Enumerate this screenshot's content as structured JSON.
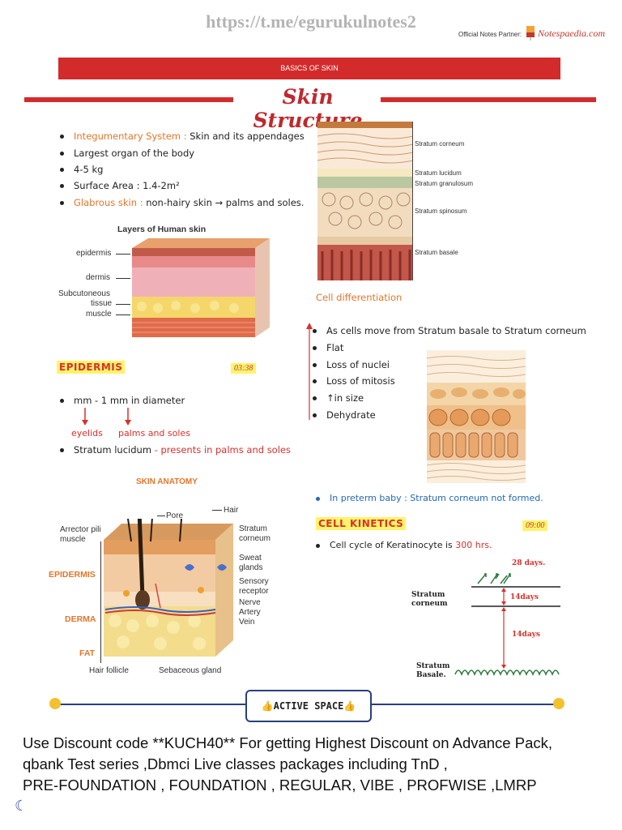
{
  "header": {
    "url": "https://t.me/egurukulnotes2",
    "partner_label": "Official Notes Partner:",
    "partner_logo": "Notespaedia.com",
    "banner": "BASICS OF SKIN",
    "title": "Skin Structure"
  },
  "intro_bullets": [
    {
      "key": "Integumentary System :",
      "text": " Skin and its appendages"
    },
    {
      "key": "",
      "text": "Largest organ of the body"
    },
    {
      "key": "",
      "text": "4-5 kg"
    },
    {
      "key": "",
      "text": "Surface Area : 1.4-2m²"
    },
    {
      "key": "Glabrous skin :",
      "text": " non-hairy skin → palms and soles."
    }
  ],
  "layers_figure": {
    "title": "Layers of Human skin",
    "labels": [
      "epidermis",
      "dermis",
      "Subcutoneous",
      "tissue",
      "muscle"
    ]
  },
  "epidermis": {
    "heading": "EPIDERMIS",
    "time": "03:38",
    "bullet1": "mm - 1 mm in diameter",
    "sub_left": "eyelids",
    "sub_right": "palms and soles",
    "bullet2_key": "Stratum lucidum",
    "bullet2_text": " - presents in palms and soles"
  },
  "anatomy_figure": {
    "title": "SKIN ANATOMY",
    "left_labels": [
      "Arrector pili",
      "muscle"
    ],
    "zones": [
      "EPIDERMIS",
      "DERMA",
      "FAT"
    ],
    "top_labels": [
      "Pore",
      "Hair"
    ],
    "right_labels": [
      "Stratum",
      "corneum",
      "Sweat",
      "glands",
      "Sensory",
      "receptor",
      "Nerve",
      "Artery",
      "Vein"
    ],
    "bottom_labels": [
      "Hair follicle",
      "Sebaceous gland"
    ]
  },
  "strata_figure": {
    "labels": [
      "Stratum corneum",
      "Stratum lucidum",
      "Stratum granulosum",
      "Stratum spinosum",
      "Stratum basale"
    ]
  },
  "cell_diff": {
    "heading": "Cell differentiation",
    "items": [
      "As cells move from Stratum basale to Stratum corneum",
      "Flat",
      "Loss of nuclei",
      "Loss of mitosis",
      "↑in size",
      "Dehydrate"
    ],
    "preterm": "In preterm baby : Stratum corneum not formed."
  },
  "cell_kinetics": {
    "heading": "CELL KINETICS",
    "time": "09:00",
    "bullet_text": "Cell cycle of Keratinocyte is ",
    "bullet_value": "300 hrs.",
    "diagram": {
      "top_days": "28 days.",
      "mid_days": "14days",
      "low_days": "14days",
      "corneum_label": [
        "Stratum",
        "corneum"
      ],
      "basale_label": [
        "Stratum",
        "Basale."
      ]
    }
  },
  "active_space": "ACTIVE SPACE",
  "footer": [
    "Use Discount code **KUCH40** For getting Highest Discount on Advance Pack,",
    "qbank Test series ,Dbmci Live classes packages including TnD ,",
    "PRE-FOUNDATION , FOUNDATION , REGULAR, VIBE , PROFWISE ,LMRP"
  ],
  "colors": {
    "accent_red": "#d32b2b",
    "orange": "#e2762b",
    "blue": "#2468b3",
    "highlight": "#fff36b"
  }
}
